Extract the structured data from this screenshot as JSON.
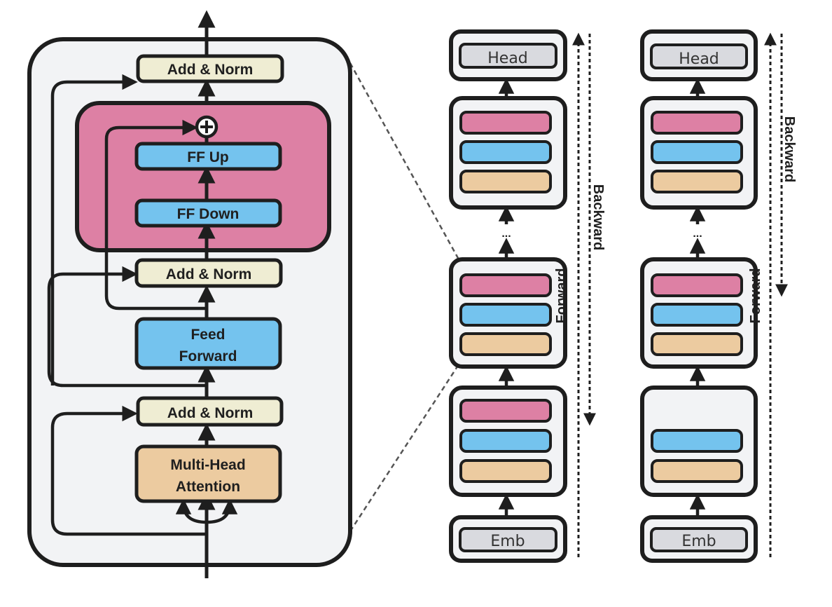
{
  "colors": {
    "panel_bg": "#f2f3f5",
    "outline": "#1e1e1e",
    "norm": "#efedd3",
    "ff_block": "#dd80a4",
    "ff_layer": "#74c3ee",
    "attention": "#eccba0",
    "emb_head": "#d9dadf",
    "dash": "#555555"
  },
  "icons": {
    "residual_add": "circled-plus-icon"
  },
  "detail": {
    "add_norm_top": "Add & Norm",
    "ff_up": "FF Up",
    "ff_down": "FF Down",
    "add_norm_mid": "Add & Norm",
    "feed_forward_line1": "Feed",
    "feed_forward_line2": "Forward",
    "add_norm_bottom": "Add & Norm",
    "attention_line1": "Multi-Head",
    "attention_line2": "Attention"
  },
  "stack_left": {
    "head": "Head",
    "emb": "Emb",
    "ellipsis": "...",
    "forward_label": "Forward",
    "backward_label": "Backward"
  },
  "stack_right": {
    "head": "Head",
    "emb": "Emb",
    "ellipsis": "...",
    "forward_label": "Forward",
    "backward_label": "Backward"
  }
}
